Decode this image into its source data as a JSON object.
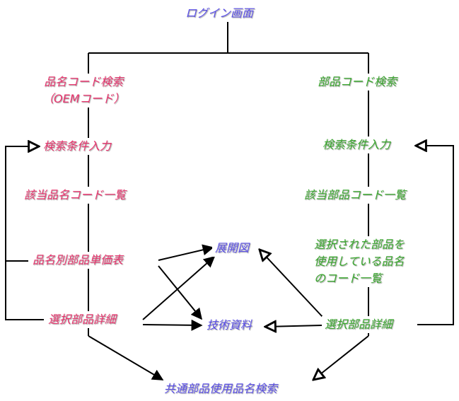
{
  "colors": {
    "pink": "#e8356e",
    "green": "#3aa72e",
    "blue": "#5a4fe6",
    "line": "#000000"
  },
  "nodes": {
    "login": {
      "text": "ログイン画面",
      "color": "blue"
    },
    "oem_search": {
      "lines": [
        "品名コード検索",
        "（OEMコード）"
      ],
      "color": "pink"
    },
    "part_search": {
      "text": "部品コード検索",
      "color": "green"
    },
    "left_condition": {
      "text": "検索条件入力",
      "color": "pink"
    },
    "right_condition": {
      "text": "検索条件入力",
      "color": "green"
    },
    "left_list": {
      "text": "該当品名コード一覧",
      "color": "pink"
    },
    "right_list": {
      "text": "該当部品コード一覧",
      "color": "green"
    },
    "price_table": {
      "text": "品名別部品単価表",
      "color": "pink"
    },
    "used_list": {
      "lines": [
        "選択された部品を",
        "使用している品名",
        "のコード一覧"
      ],
      "color": "green"
    },
    "exploded_view": {
      "text": "展開図",
      "color": "blue"
    },
    "tech_docs": {
      "text": "技術資料",
      "color": "blue"
    },
    "left_detail": {
      "text": "選択部品詳細",
      "color": "pink"
    },
    "right_detail": {
      "text": "選択部品詳細",
      "color": "green"
    },
    "common_search": {
      "text": "共通部品使用品名検索",
      "color": "blue"
    }
  }
}
